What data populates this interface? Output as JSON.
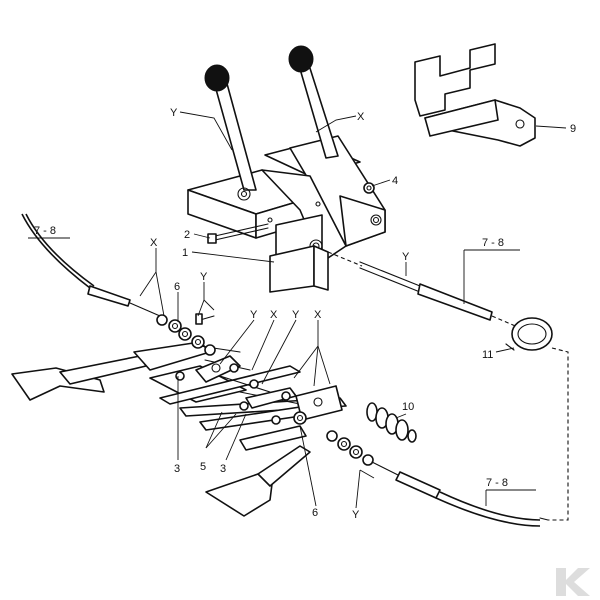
{
  "colors": {
    "line": "#111111",
    "background": "#ffffff",
    "watermark": "#dddddd"
  },
  "callouts": {
    "c1": "1",
    "c2": "2",
    "c3a": "3",
    "c3b": "3",
    "c4": "4",
    "c5": "5",
    "c6a": "6",
    "c6b": "6",
    "c7_8a": "7 - 8",
    "c7_8b": "7 - 8",
    "c7_8c": "7 - 8",
    "c9": "9",
    "c10": "10",
    "c11": "11",
    "x_lever": "X",
    "y_lever": "Y",
    "x_left_cable": "X",
    "y_left_cable": "Y",
    "y_right_cable": "Y",
    "y_link_1": "Y",
    "x_link": "X",
    "y_link_2": "Y",
    "x_link_2": "X",
    "y_bottom": "Y"
  }
}
